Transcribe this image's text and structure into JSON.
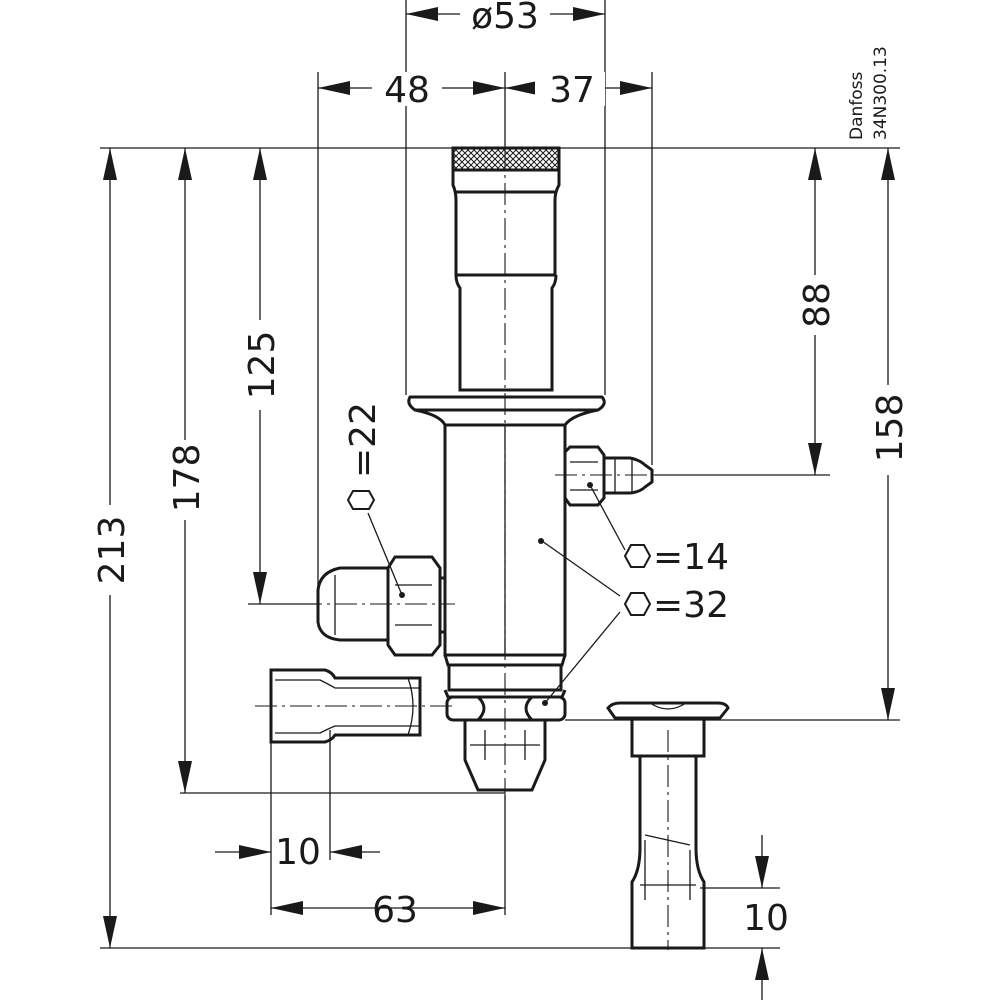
{
  "reference": {
    "brand": "Danfoss",
    "code": "34N300.13"
  },
  "dimensions": {
    "dia_53": "ø53",
    "w_48": "48",
    "w_37": "37",
    "h_213": "213",
    "h_178": "178",
    "h_125": "125",
    "h_88": "88",
    "h_158": "158",
    "w_10_bottom": "10",
    "w_63": "63",
    "h_10_right": "10"
  },
  "hex_labels": {
    "hex_22": "=22",
    "hex_14": "=14",
    "hex_32": "=32"
  },
  "colors": {
    "line": "#1a1a1a",
    "background": "#ffffff"
  }
}
